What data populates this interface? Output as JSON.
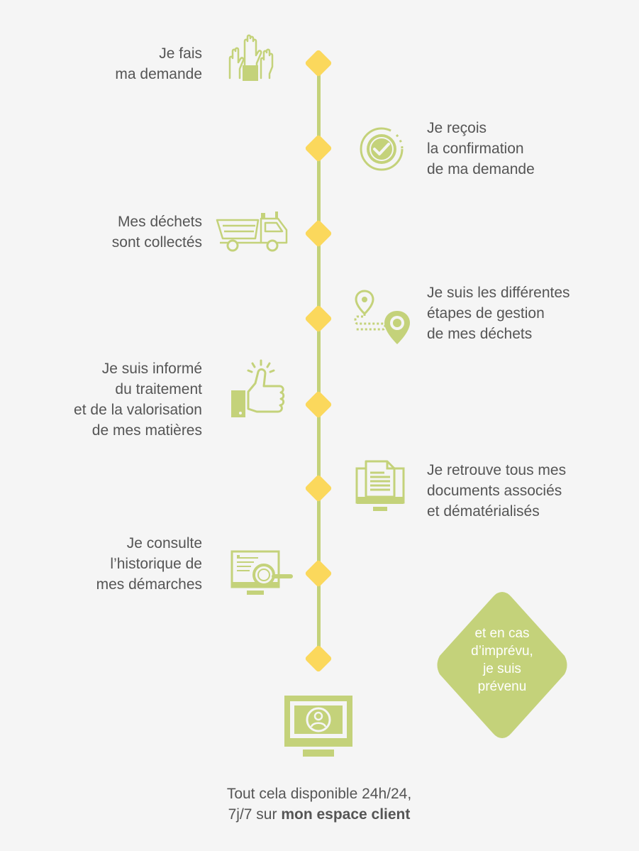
{
  "colors": {
    "background": "#f5f5f5",
    "accent_green": "#c4d27a",
    "node_yellow": "#fbd85c",
    "text": "#555555"
  },
  "steps": [
    {
      "side": "left",
      "icon": "raised-hands-icon",
      "lines": [
        "Je fais",
        "ma demande"
      ]
    },
    {
      "side": "right",
      "icon": "check-circle-icon",
      "lines": [
        "Je reçois",
        "la confirmation",
        "de ma demande"
      ]
    },
    {
      "side": "left",
      "icon": "dump-truck-icon",
      "lines": [
        "Mes déchets",
        "sont collectés"
      ]
    },
    {
      "side": "right",
      "icon": "route-map-pin-icon",
      "lines": [
        "Je suis les différentes",
        "étapes de gestion",
        "de mes déchets"
      ]
    },
    {
      "side": "left",
      "icon": "thumbs-up-icon",
      "lines": [
        "Je suis informé",
        "du traitement",
        "et de la valorisation",
        "de mes matières"
      ]
    },
    {
      "side": "right",
      "icon": "document-monitor-icon",
      "lines": [
        "Je retrouve tous mes",
        "documents associés",
        "et dématérialisés"
      ]
    },
    {
      "side": "left",
      "icon": "search-history-monitor-icon",
      "lines": [
        "Je consulte",
        "l’historique de",
        "mes démarches"
      ]
    }
  ],
  "alert": {
    "lines": [
      "et en cas",
      "d’imprévu,",
      "je suis",
      "prévenu"
    ]
  },
  "client_space_icon": "user-monitor-icon",
  "footer": {
    "line1": "Tout cela disponible 24h/24,",
    "line2_prefix": "7j/7 sur ",
    "line2_bold": "mon espace client"
  }
}
